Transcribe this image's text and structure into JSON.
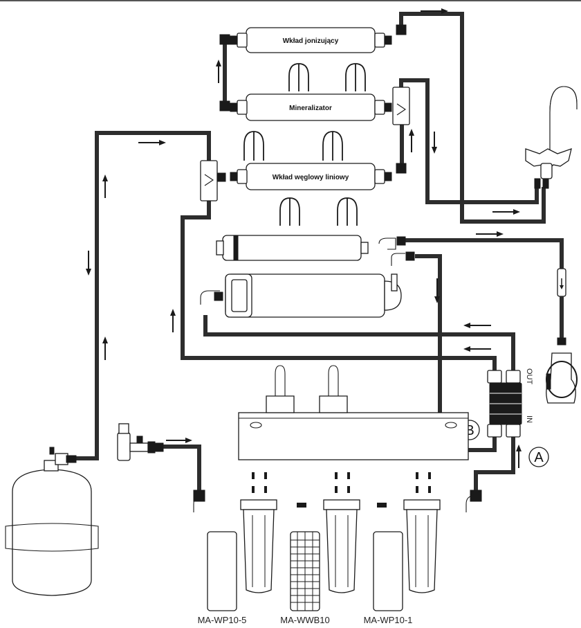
{
  "filters": {
    "ionizing": "Wkład jonizujący",
    "mineralizer": "Mineralizator",
    "carbon_inline": "Wkład węglowy liniowy"
  },
  "markers": {
    "a": "A",
    "b": "B"
  },
  "manifold": {
    "out": "OUT",
    "in": "IN"
  },
  "cartridges": {
    "first": "MA-WP10-5",
    "second": "MA-WWB10",
    "third": "MA-WP10-1"
  },
  "colors": {
    "tubing": "#2d2d2d",
    "outline": "#1a1a1a",
    "background": "#ffffff"
  }
}
